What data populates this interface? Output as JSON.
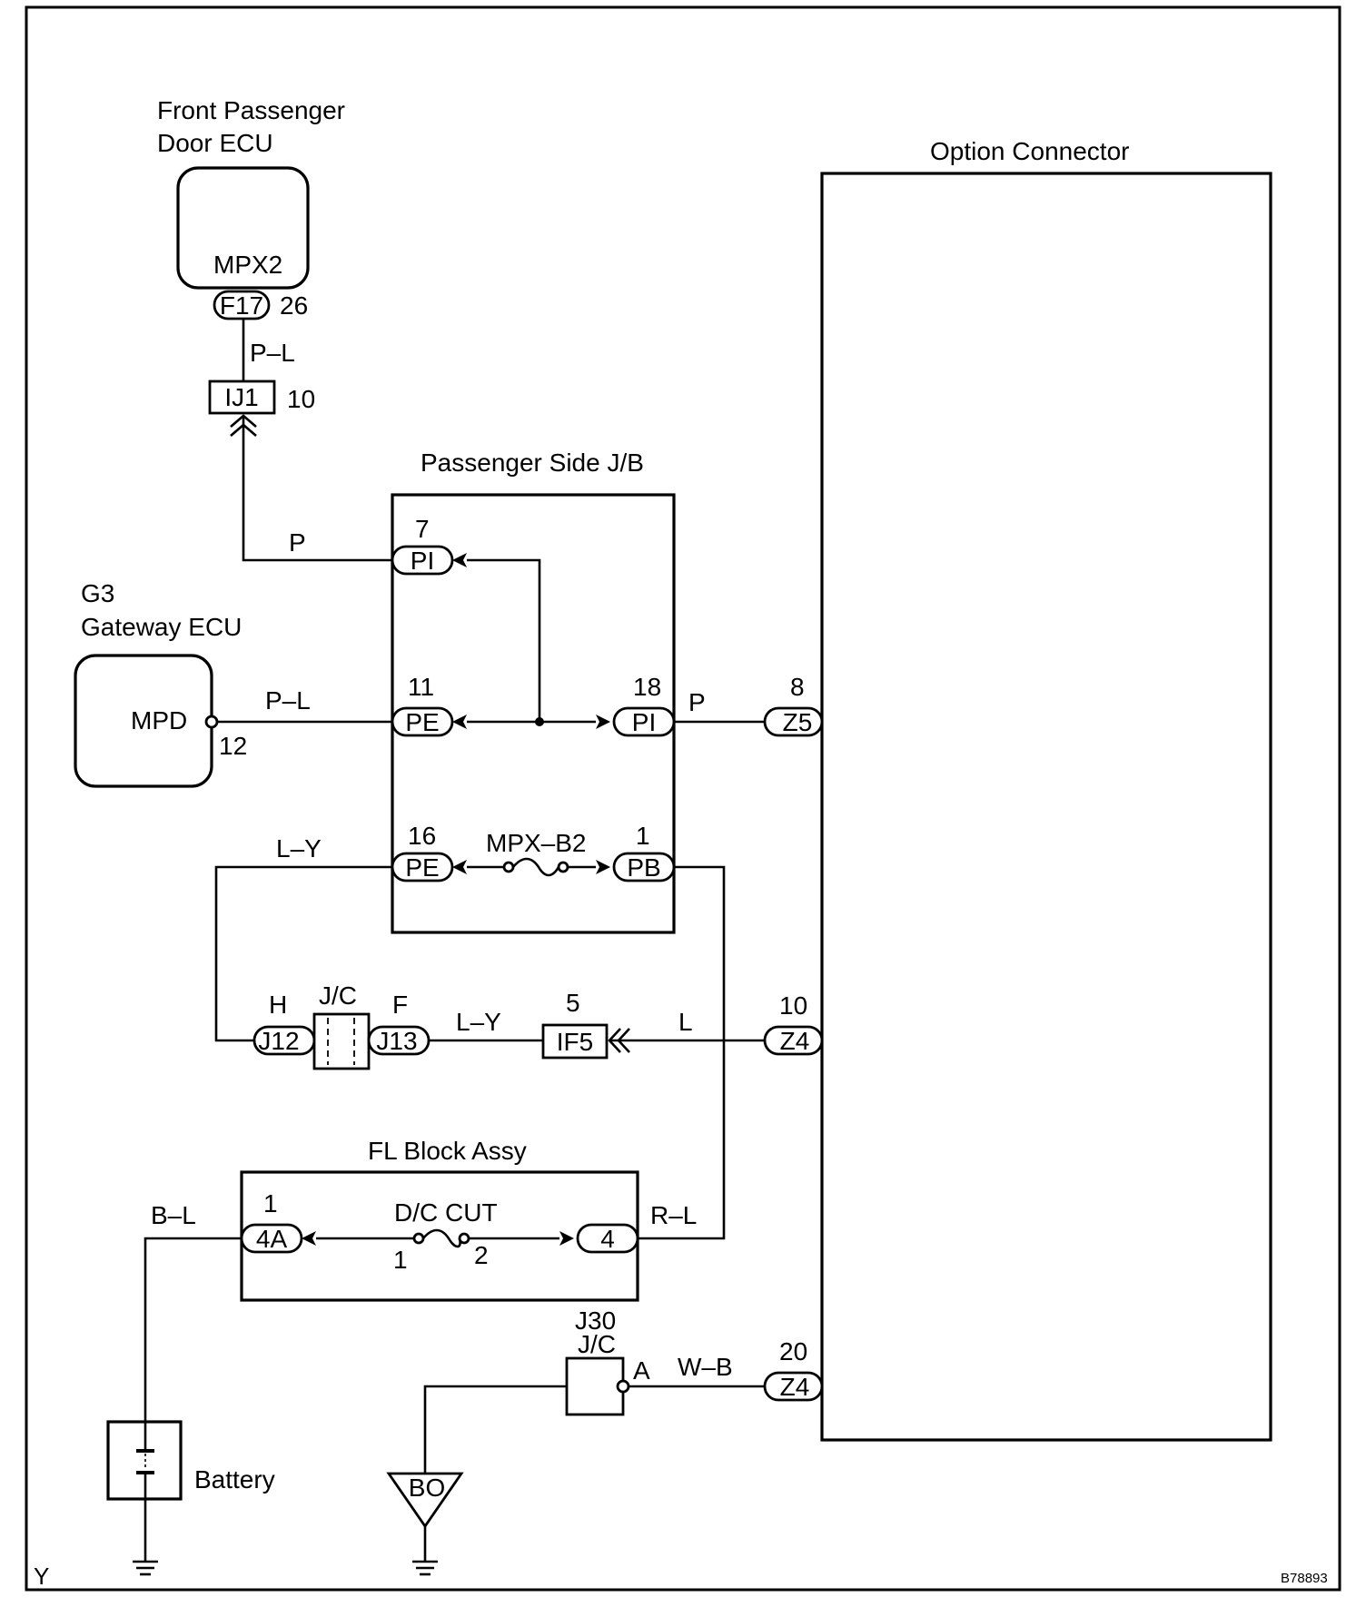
{
  "components": {
    "door_ecu_line1": "Front Passenger",
    "door_ecu_line2": "Door ECU",
    "door_ecu_terminal": "MPX2",
    "option_connector": "Option Connector",
    "passenger_jb": "Passenger Side J/B",
    "gateway_line1": "G3",
    "gateway_line2": "Gateway ECU",
    "gateway_terminal": "MPD",
    "fl_block": "FL Block Assy",
    "dc_cut": "D/C CUT",
    "mpx_b2": "MPX–B2",
    "battery": "Battery",
    "jc_upper": "J/C",
    "j30_line1": "J30",
    "j30_line2": "J/C"
  },
  "connectors": {
    "f17": "F17",
    "f17_pin": "26",
    "ij1": "IJ1",
    "ij1_pin": "10",
    "pi_top": "PI",
    "pi_top_pin": "7",
    "pe_mid": "PE",
    "pe_mid_pin": "11",
    "pi_right": "PI",
    "pi_right_pin": "18",
    "pe_low": "PE",
    "pe_low_pin": "16",
    "pb": "PB",
    "pb_pin": "1",
    "z5": "Z5",
    "z5_pin": "8",
    "z4_mid": "Z4",
    "z4_mid_pin": "10",
    "z4_low": "Z4",
    "z4_low_pin": "20",
    "j12": "J12",
    "j12_pin": "H",
    "j13": "J13",
    "j13_pin": "F",
    "if5": "IF5",
    "if5_pin": "5",
    "fl_4a": "4A",
    "fl_4a_pin": "1",
    "fl_4": "4",
    "fuse_pin1": "1",
    "fuse_pin2": "2",
    "mpd_pin": "12",
    "j30_pin": "A",
    "bo": "BO"
  },
  "wires": {
    "f17_ij1": "P–L",
    "ij1_pi": "P",
    "gateway_pe": "P–L",
    "pi_z5": "P",
    "pe_jc": "L–Y",
    "j13_if5": "L–Y",
    "if5_z4": "L",
    "battery_wire": "B–L",
    "fl_pb": "R–L",
    "j30_z4": "W–B"
  },
  "corner_left": "Y",
  "corner_right": "B78893"
}
